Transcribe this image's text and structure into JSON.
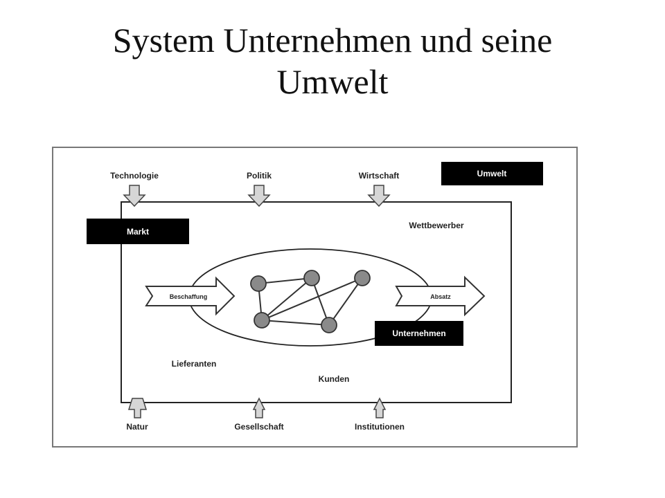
{
  "slide": {
    "title_line1": "System Unternehmen und seine",
    "title_line2": "Umwelt"
  },
  "diagram": {
    "environment_box_label": "Umwelt",
    "market_box_label": "Markt",
    "company_box_label": "Unternehmen",
    "top_factors": [
      "Technologie",
      "Politik",
      "Wirtschaft"
    ],
    "bottom_factors": [
      "Natur",
      "Gesellschaft",
      "Institutionen"
    ],
    "competitors_label": "Wettbewerber",
    "suppliers_label": "Lieferanten",
    "customers_label": "Kunden",
    "procurement_label": "Beschaffung",
    "sales_label": "Absatz"
  }
}
